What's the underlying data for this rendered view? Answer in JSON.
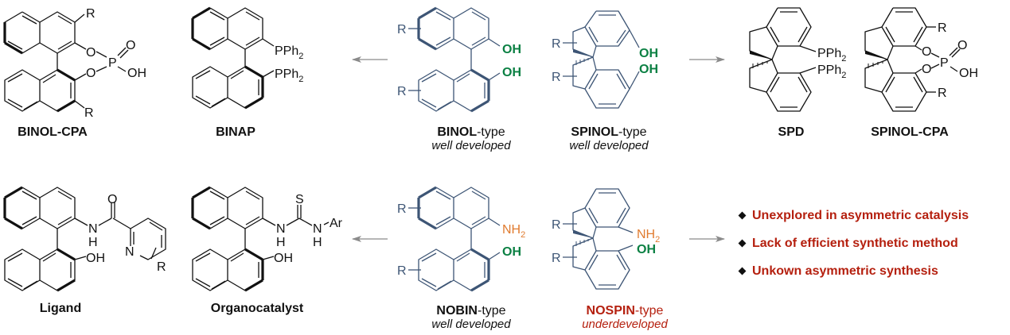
{
  "colors": {
    "black_structure": "#111111",
    "blue_structure": "#3d5575",
    "oh_green": "#0b8043",
    "nh2_orange": "#e07b2f",
    "accent_red": "#b5200f",
    "arrow_gray": "#8a8a8a"
  },
  "top_row": {
    "binol_cpa": {
      "name": "BINOL-CPA",
      "substituents": {
        "r_top": "R",
        "r_bottom": "R",
        "o1": "O",
        "o2": "O",
        "p": "P",
        "oxo": "O",
        "oh": "OH"
      }
    },
    "binap": {
      "name": "BINAP",
      "substituents": {
        "pph2_top": "PPh",
        "pph2_bottom": "PPh",
        "sub2": "2"
      }
    },
    "binol_type": {
      "name_bold": "BINOL",
      "name_suffix": "-type",
      "status": "well developed",
      "r_top": "R",
      "r_bottom": "R",
      "oh_top": "OH",
      "oh_bottom": "OH"
    },
    "spinol_type": {
      "name_bold": "SPINOL",
      "name_suffix": "-type",
      "status": "well developed",
      "r_top": "R",
      "r_bottom": "R",
      "oh_top": "OH",
      "oh_bottom": "OH"
    },
    "spd": {
      "name": "SPD",
      "pph2_top": "PPh",
      "pph2_bottom": "PPh",
      "sub2": "2"
    },
    "spinol_cpa": {
      "name": "SPINOL-CPA",
      "r_top": "R",
      "r_bottom": "R",
      "o1": "O",
      "o2": "O",
      "p": "P",
      "oxo": "O",
      "oh": "OH"
    }
  },
  "bottom_row": {
    "ligand": {
      "name": "Ligand",
      "o": "O",
      "n": "N",
      "h": "H",
      "oh": "OH",
      "pyr_n": "N",
      "r": "R"
    },
    "organocatalyst": {
      "name": "Organocatalyst",
      "s": "S",
      "n1": "N",
      "h1": "H",
      "n2": "N",
      "h2": "H",
      "ar": "Ar",
      "oh": "OH"
    },
    "nobin_type": {
      "name_bold": "NOBIN",
      "name_suffix": "-type",
      "status": "well developed",
      "r_top": "R",
      "r_bottom": "R",
      "nh2": "NH",
      "sub2": "2",
      "oh": "OH"
    },
    "nospin_type": {
      "name_bold": "NOSPIN",
      "name_suffix": "-type",
      "status": "underdeveloped",
      "r_top": "R",
      "r_bottom": "R",
      "nh2": "NH",
      "sub2": "2",
      "oh": "OH"
    }
  },
  "bullets": [
    "Unexplored in asymmetric catalysis",
    "Lack of efficient synthetic method",
    "Unkown asymmetric synthesis"
  ],
  "arrows": [
    {
      "from": "BINOL-type",
      "to": "BINAP / BINOL-CPA",
      "direction": "left"
    },
    {
      "from": "SPINOL-type",
      "to": "SPD / SPINOL-CPA",
      "direction": "right"
    },
    {
      "from": "NOBIN-type",
      "to": "Ligand / Organocatalyst",
      "direction": "left"
    },
    {
      "from": "NOSPIN-type",
      "to": "challenges",
      "direction": "right"
    }
  ]
}
